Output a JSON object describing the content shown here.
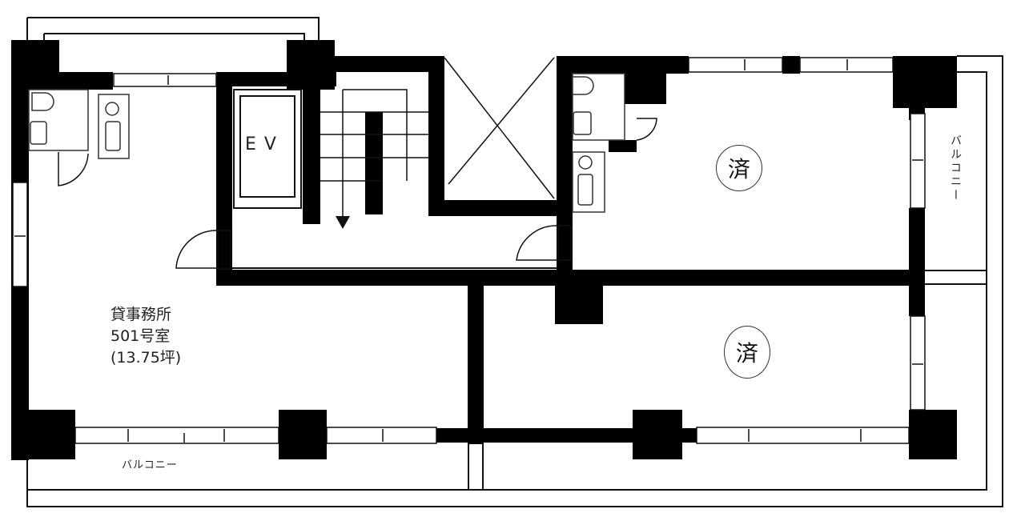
{
  "floor_plan": {
    "units": [
      {
        "id": "501",
        "label_lines": [
          "貸事務所",
          "501号室",
          "(13.75坪)"
        ],
        "type": "貸事務所",
        "room": "501号室",
        "area": "13.75坪",
        "status": "available"
      },
      {
        "id": "upper-right",
        "status_mark": "済",
        "status": "contracted"
      },
      {
        "id": "lower-right",
        "status_mark": "済",
        "status": "contracted"
      }
    ],
    "elevator_label": "EV",
    "balconies": [
      {
        "position": "bottom",
        "label": "バルコニー"
      },
      {
        "position": "right",
        "label": "バルコニー"
      }
    ],
    "colors": {
      "wall": "#000000",
      "line": "#111111",
      "background": "#ffffff"
    }
  }
}
